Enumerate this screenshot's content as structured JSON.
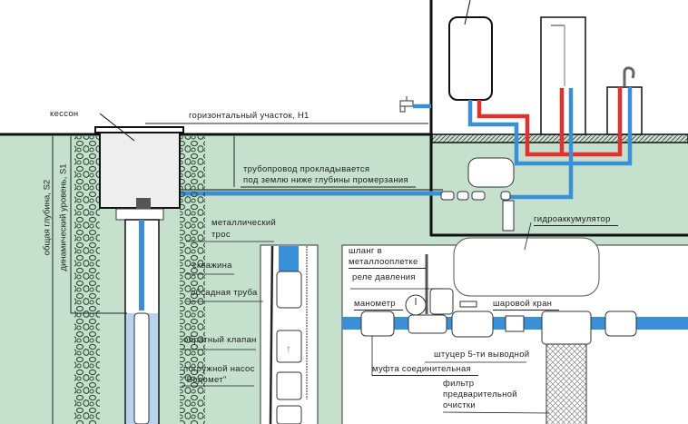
{
  "labels": {
    "caisson": "кессон",
    "horizontal_section": "горизонтальный участок, H1",
    "pipeline_line1": "трубопровод прокладывается",
    "pipeline_line2": "под землю ниже глубины промерзания",
    "total_depth": "общая глубина, S2",
    "dynamic_level": "динамический уровень, S1",
    "cable_line1": "металлический",
    "cable_line2": "трос",
    "borehole": "скважина",
    "casing_pipe": "обсадная труба",
    "check_valve": "обратный клапан",
    "pump_line1": "погружной насос",
    "pump_line2": "\"Водомет\"",
    "accumulator": "гидроаккумулятор",
    "hose_line1": "шланг в",
    "hose_line2": "металлооплетке",
    "pressure_switch": "реле давления",
    "manometer": "манометр",
    "ball_valve": "шаровой кран",
    "fitting": "штуцер 5-ти выводной",
    "coupling": "муфта соединительная",
    "filter_line1": "фильтр",
    "filter_line2": "предварительной",
    "filter_line3": "очистки"
  },
  "colors": {
    "ground": "#c5e0cc",
    "cold_pipe": "#3a8fd9",
    "hot_pipe": "#e03030",
    "water": "#b9d3ee"
  }
}
